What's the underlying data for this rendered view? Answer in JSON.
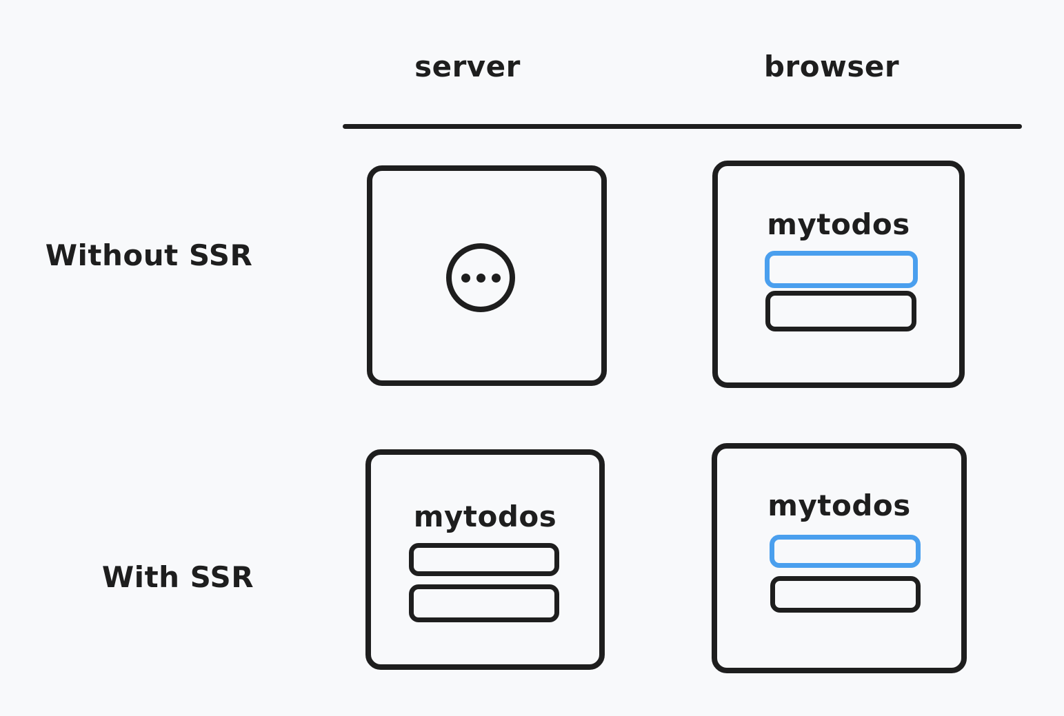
{
  "colors": {
    "bg": "#f8f9fb",
    "stroke": "#1e1e1e",
    "accent": "#4a9fee"
  },
  "columns": {
    "server": "server",
    "browser": "browser"
  },
  "rows": {
    "without_ssr": {
      "label": "Without SSR",
      "server": {
        "state": "loading",
        "icon": "ellipsis-circle-icon"
      },
      "browser": {
        "title": "mytodos",
        "todo_items": [
          "blue",
          "black"
        ]
      }
    },
    "with_ssr": {
      "label": "With SSR",
      "server": {
        "title": "mytodos",
        "todo_items": [
          "black",
          "black"
        ]
      },
      "browser": {
        "title": "mytodos",
        "todo_items": [
          "blue",
          "black"
        ]
      }
    }
  }
}
